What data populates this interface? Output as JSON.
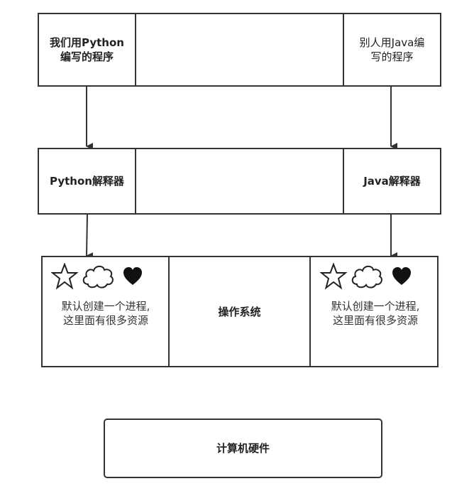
{
  "row1": {
    "left": "我们用Python\n编写的程序",
    "right": "别人用Java编\n写的程序"
  },
  "row2": {
    "left": "Python解释器",
    "right": "Java解释器"
  },
  "row3": {
    "left_note": "默认创建一个进程,\n这里面有很多资源",
    "center": "操作系统",
    "right_note": "默认创建一个进程,\n这里面有很多资源"
  },
  "row4": {
    "label": "计算机硬件"
  },
  "icons": [
    "star-icon",
    "cloud-icon",
    "heart-icon"
  ]
}
